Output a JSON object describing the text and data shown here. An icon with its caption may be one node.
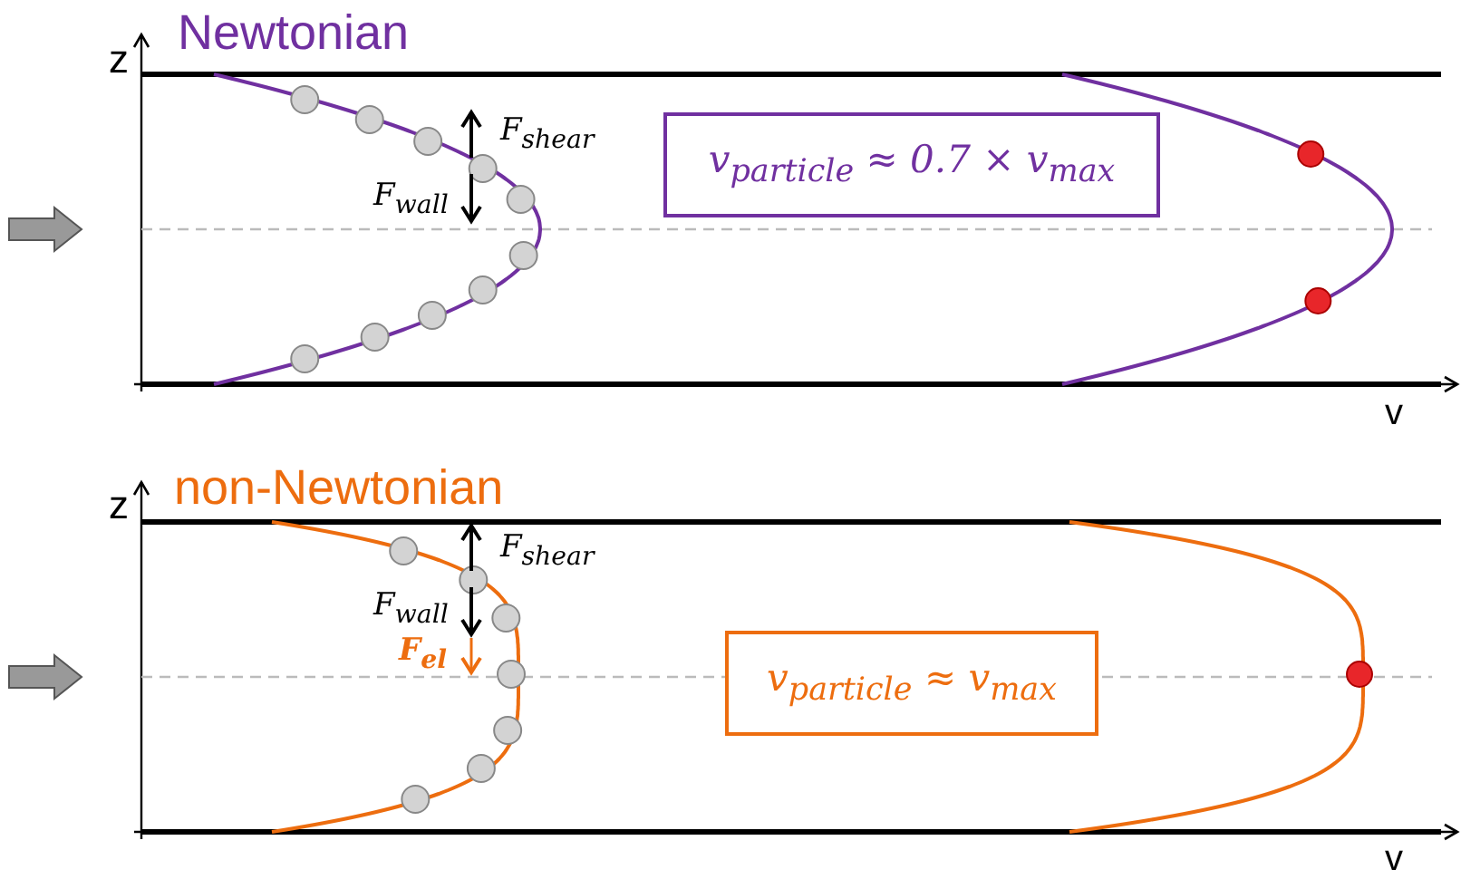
{
  "diagram": {
    "nodes": [
      {
        "text": [
          "v$_{particle}$ ≈ 0.7 × v$_{max}$"
        ]
      },
      {
        "text": [
          "v$_{particle}$ ≈ v$_{max}$"
        ]
      }
    ],
    "labels": [
      "z",
      "Newtonian",
      "F$_{shear}$",
      "F$_{wall}$",
      "v",
      "z",
      "non-Newtonian",
      "F$_{shear}$",
      "F$_{wall}$",
      "F$_{el}$",
      "v"
    ]
  }
}
